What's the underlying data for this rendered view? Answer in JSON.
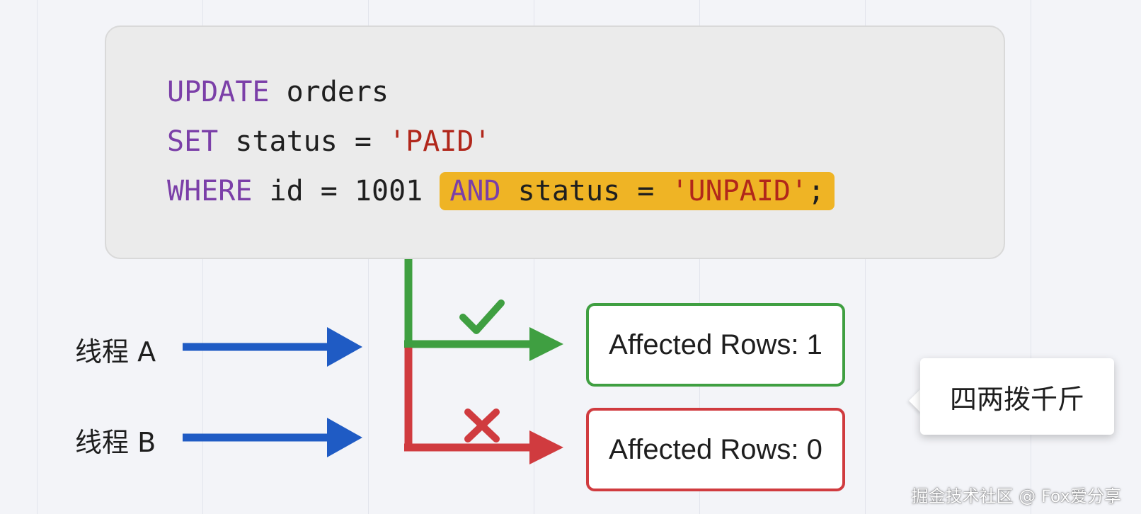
{
  "code": {
    "line1": {
      "keyword": "UPDATE",
      "rest": " orders"
    },
    "line2": {
      "keyword": "SET",
      "rest": " status = ",
      "string": "'PAID'"
    },
    "line3": {
      "keyword": "WHERE",
      "rest": " id = 1001 ",
      "highlight_keyword": "AND",
      "highlight_rest": " status = ",
      "highlight_string": "'UNPAID'",
      "highlight_end": ";"
    }
  },
  "threads": {
    "a_label": "线程 A",
    "b_label": "线程 B"
  },
  "results": {
    "success_text": "Affected Rows: 1",
    "fail_text": "Affected Rows: 0"
  },
  "callout": {
    "text": "四两拨千斤"
  },
  "watermark": {
    "text": "掘金技术社区 @ Fox爱分享"
  },
  "colors": {
    "keyword": "#7b3fa8",
    "string": "#b1271b",
    "highlight": "#efb425",
    "arrow_blue": "#1f5bc4",
    "success_green": "#3f9f41",
    "fail_red": "#d03b3f"
  },
  "icons": {
    "success": "check-icon",
    "fail": "cross-icon"
  }
}
